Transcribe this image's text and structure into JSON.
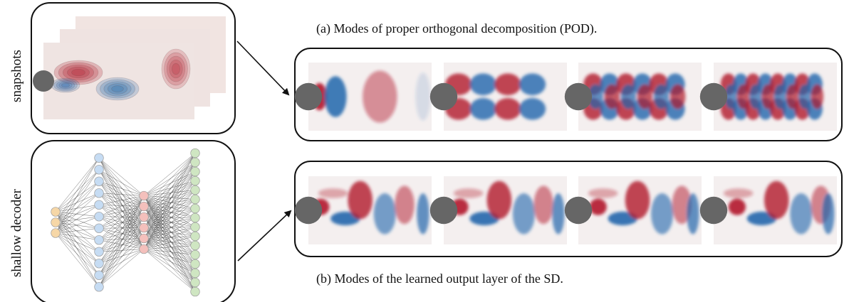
{
  "side_labels": {
    "top": "snapshots",
    "bottom": "shallow decoder"
  },
  "captions": {
    "pod": "(a) Modes of proper orthogonal decomposition (POD).",
    "sd": "(b) Modes of the learned output layer of the SD."
  },
  "network": {
    "layer_sizes": [
      3,
      12,
      6,
      16
    ],
    "layer_colors": [
      "#f6d7a7",
      "#c6dcf3",
      "#f4c0bc",
      "#cfe6c2"
    ]
  },
  "colors": {
    "positive": "#b2182b",
    "negative": "#2166ac",
    "cylinder": "#666666",
    "frame": "#111111"
  },
  "pod_mode_count": 4,
  "sd_mode_count": 4
}
